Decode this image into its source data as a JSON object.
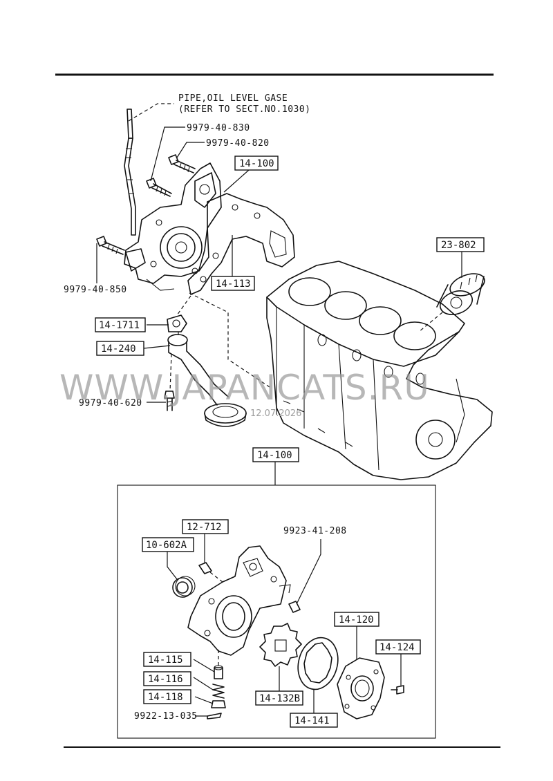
{
  "labels": {
    "pipe_line1": "PIPE,OIL LEVEL GASE",
    "pipe_line2": "(REFER TO SECT.NO.1030)",
    "bolt_830": "9979-40-830",
    "bolt_820": "9979-40-820",
    "bolt_850": "9979-40-850",
    "bolt_620": "9979-40-620",
    "pin_208": "9923-41-208",
    "pin_035": "9922-13-035"
  },
  "boxes": {
    "pump_top": "14-100",
    "gasket": "14-113",
    "filter": "23-802",
    "strainer_gasket": "14-1711",
    "strainer": "14-240",
    "pump_detail": "14-100",
    "seal_pin": "12-712",
    "oil_seal": "10-602A",
    "plunger": "14-115",
    "spring": "14-116",
    "plug": "14-118",
    "cover": "14-120",
    "screw": "14-124",
    "inner_rotor": "14-132B",
    "outer_rotor": "14-141"
  },
  "watermark": {
    "text": "WWW.JAPANCATS.RU",
    "date": "12.07.2026"
  }
}
